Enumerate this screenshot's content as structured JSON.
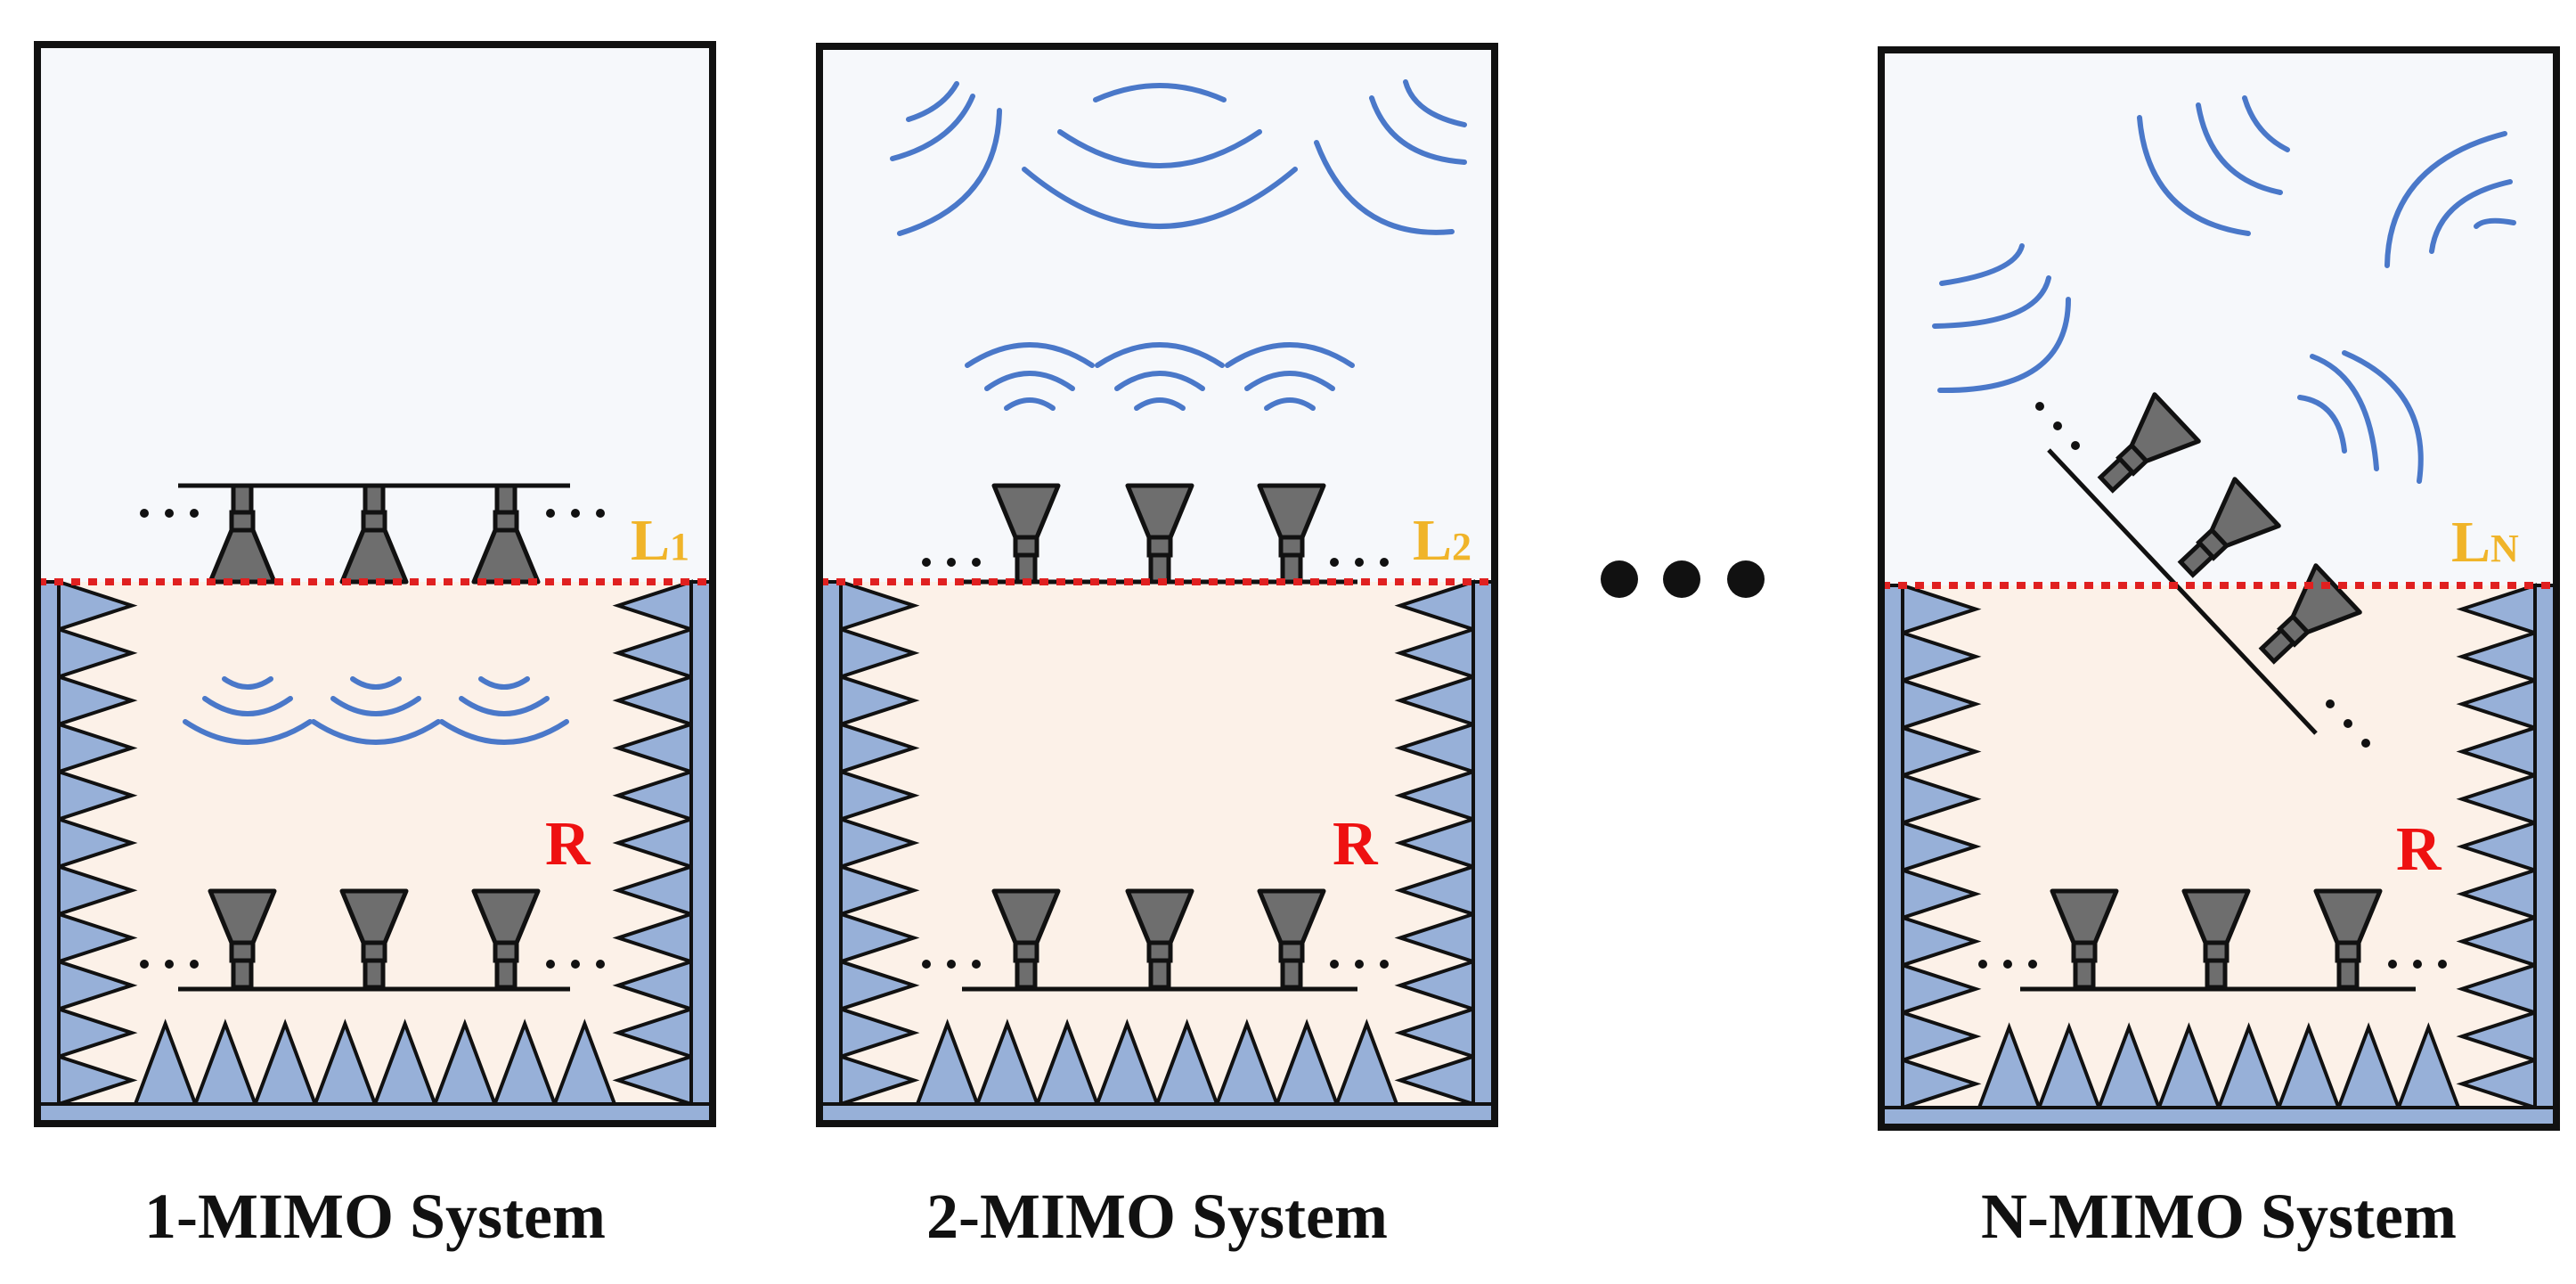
{
  "colors": {
    "outline": "#111111",
    "sky_fill": "#f6f8fb",
    "chamber_fill": "#fcf1e8",
    "absorber_fill": "#97b0d8",
    "wave": "#4a78c9",
    "antenna": "#6e6e6e",
    "boundary_line": "#e02020",
    "line_label": "#f0b429",
    "region_label": "#ee1111"
  },
  "panels": [
    {
      "caption": "1-MIMO System",
      "line_label": {
        "main": "L",
        "sub": "1"
      },
      "region_label": "R",
      "upper_array": "horizontal, horns pointing down",
      "upper_wave_group": "inside chamber"
    },
    {
      "caption": "2-MIMO System",
      "line_label": {
        "main": "L",
        "sub": "2"
      },
      "region_label": "R",
      "upper_array": "horizontal, horns pointing up",
      "upper_wave_group": "above boundary"
    },
    {
      "caption": "N-MIMO System",
      "line_label": {
        "main": "L",
        "sub": "N"
      },
      "region_label": "R",
      "upper_array": "diagonal, horns pointing up-right",
      "upper_wave_group": "scattered above boundary"
    }
  ],
  "separator_icon": "ellipsis-dots-icon",
  "icons": [
    "horn-antenna-icon",
    "wavefront-icon",
    "absorber-cone-icon"
  ]
}
